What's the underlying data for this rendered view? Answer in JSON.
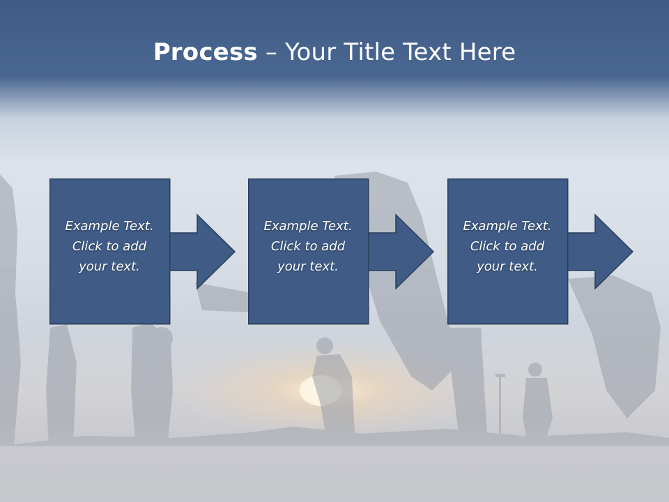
{
  "title": {
    "bold": "Process",
    "rest": " – Your Title Text Here"
  },
  "steps": [
    {
      "text": "Example Text.\nClick  to add\nyour text."
    },
    {
      "text": "Example Text.\nClick  to add\nyour text."
    },
    {
      "text": "Example Text.\nClick  to add\nyour text."
    }
  ],
  "colors": {
    "box_fill": "#3f5b86",
    "box_border": "#2b3e5c",
    "title_text": "#ffffff"
  },
  "icons": [
    "arrow-right-icon"
  ]
}
